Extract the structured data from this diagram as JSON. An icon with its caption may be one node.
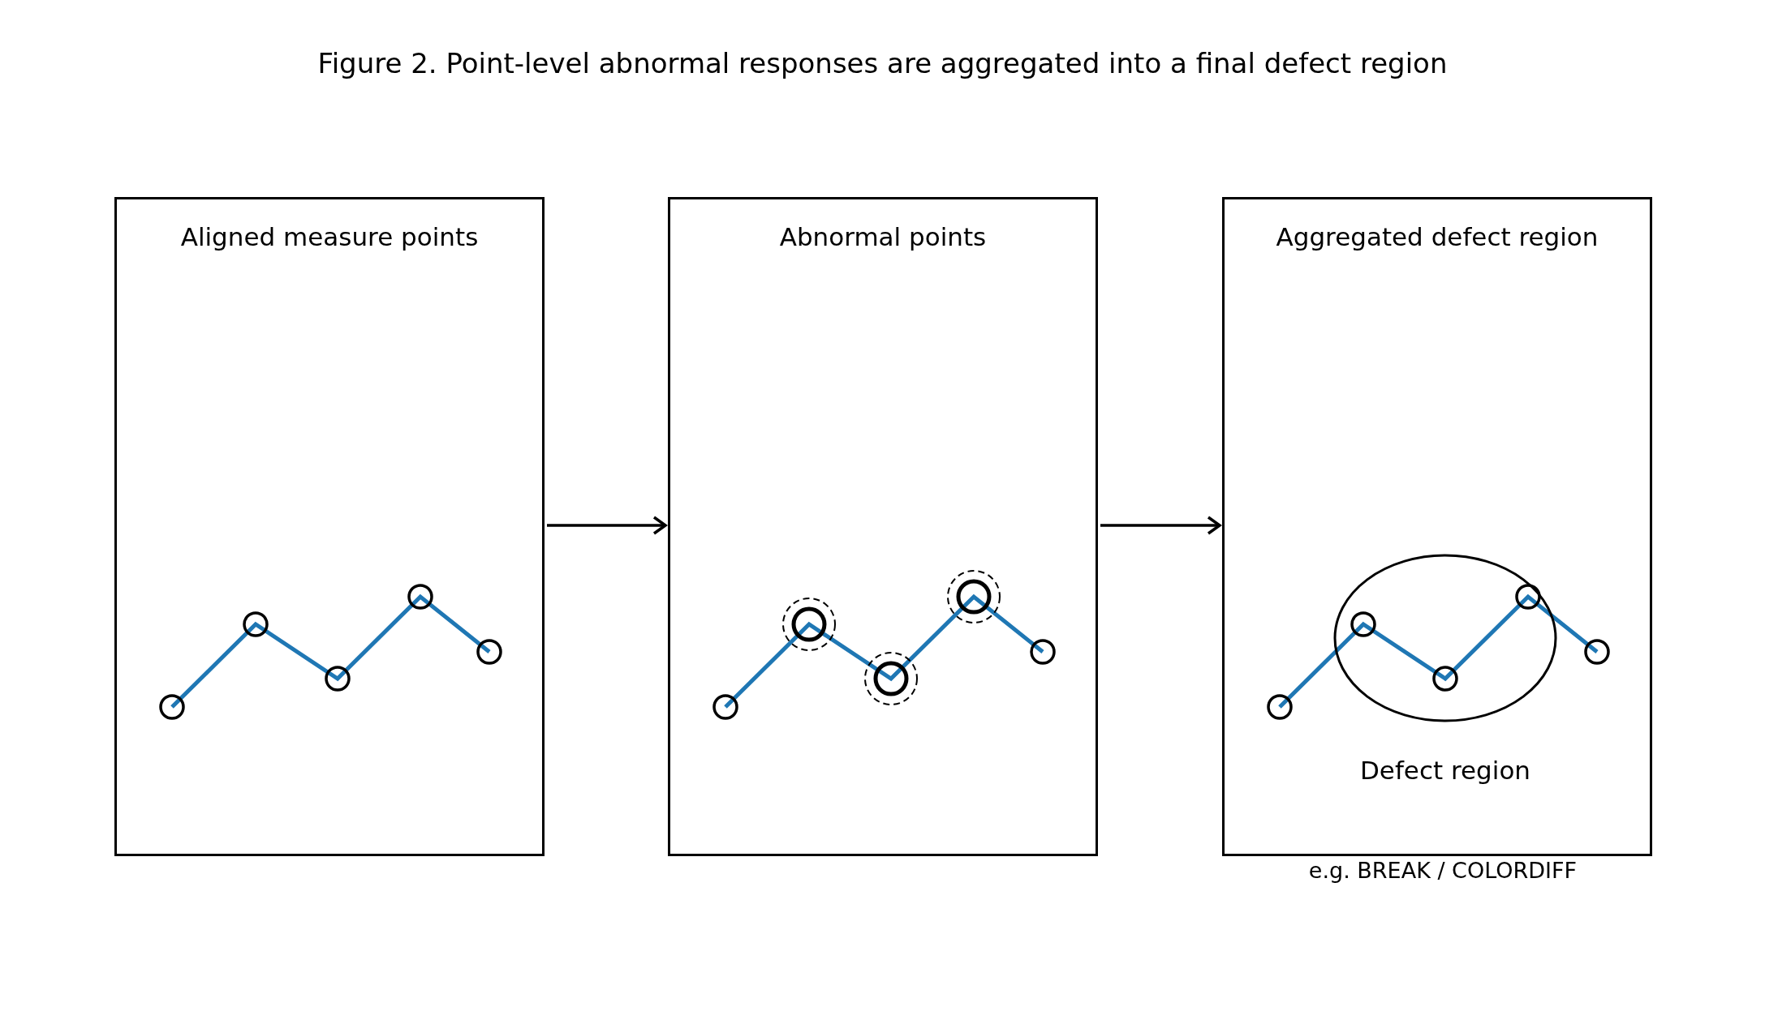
{
  "diagram": {
    "title": "Figure 2. Point-level abnormal responses are aggregated into a final defect region",
    "nodes": [
      {
        "text": [
          "Aligned measure points"
        ]
      },
      {
        "text": [
          "Abnormal points"
        ]
      },
      {
        "text": [
          "Aggregated defect region"
        ],
        "beside": [
          "e.g. BREAK / COLORDIFF"
        ]
      },
      {
        "text": [
          "Defect region"
        ],
        "in": 2
      }
    ],
    "edges": [
      {
        "from": 0,
        "to": 1,
        "arrow": "to"
      },
      {
        "from": 1,
        "to": 2,
        "arrow": "to"
      }
    ]
  }
}
